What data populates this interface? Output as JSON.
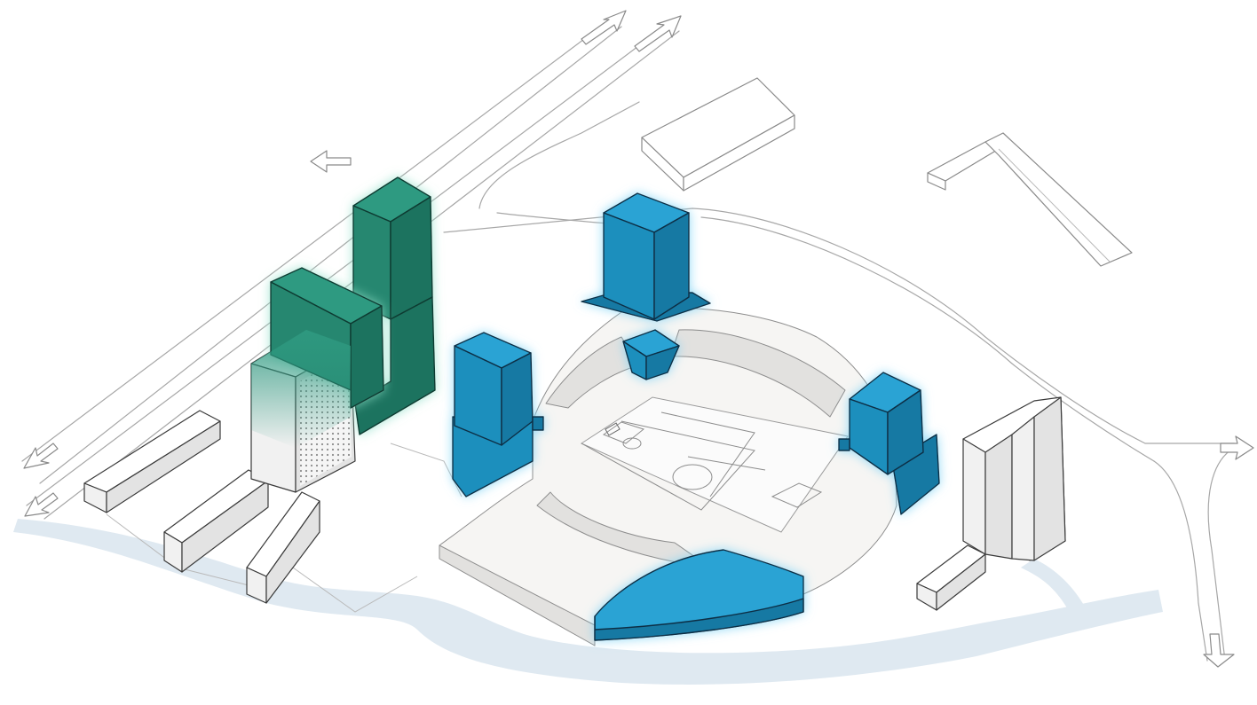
{
  "diagram": {
    "colors": {
      "new_stadium_elements": "#2aa3d4",
      "new_towers_west": "#2f9a81",
      "existing_buildings": "#ffffff",
      "river": "#dfe9f1",
      "background": "#ffffff"
    },
    "elements": {
      "arrows": [
        "road-arrow-northwest",
        "road-arrow-northeast",
        "road-arrow-southwest",
        "road-arrow-east",
        "road-arrow-south",
        "road-arrow-north"
      ],
      "highlighted_blue": [
        "north-tower",
        "west-tower",
        "east-tower",
        "north-corner-block",
        "south-stand"
      ],
      "highlighted_green": [
        "tall-green-tower",
        "mid-green-tower",
        "fading-green-tower"
      ],
      "existing": [
        "stadium-bowl",
        "football-pitch",
        "existing-tower-east",
        "existing-slab-buildings",
        "existing-warehouse",
        "existing-l-building"
      ]
    }
  }
}
